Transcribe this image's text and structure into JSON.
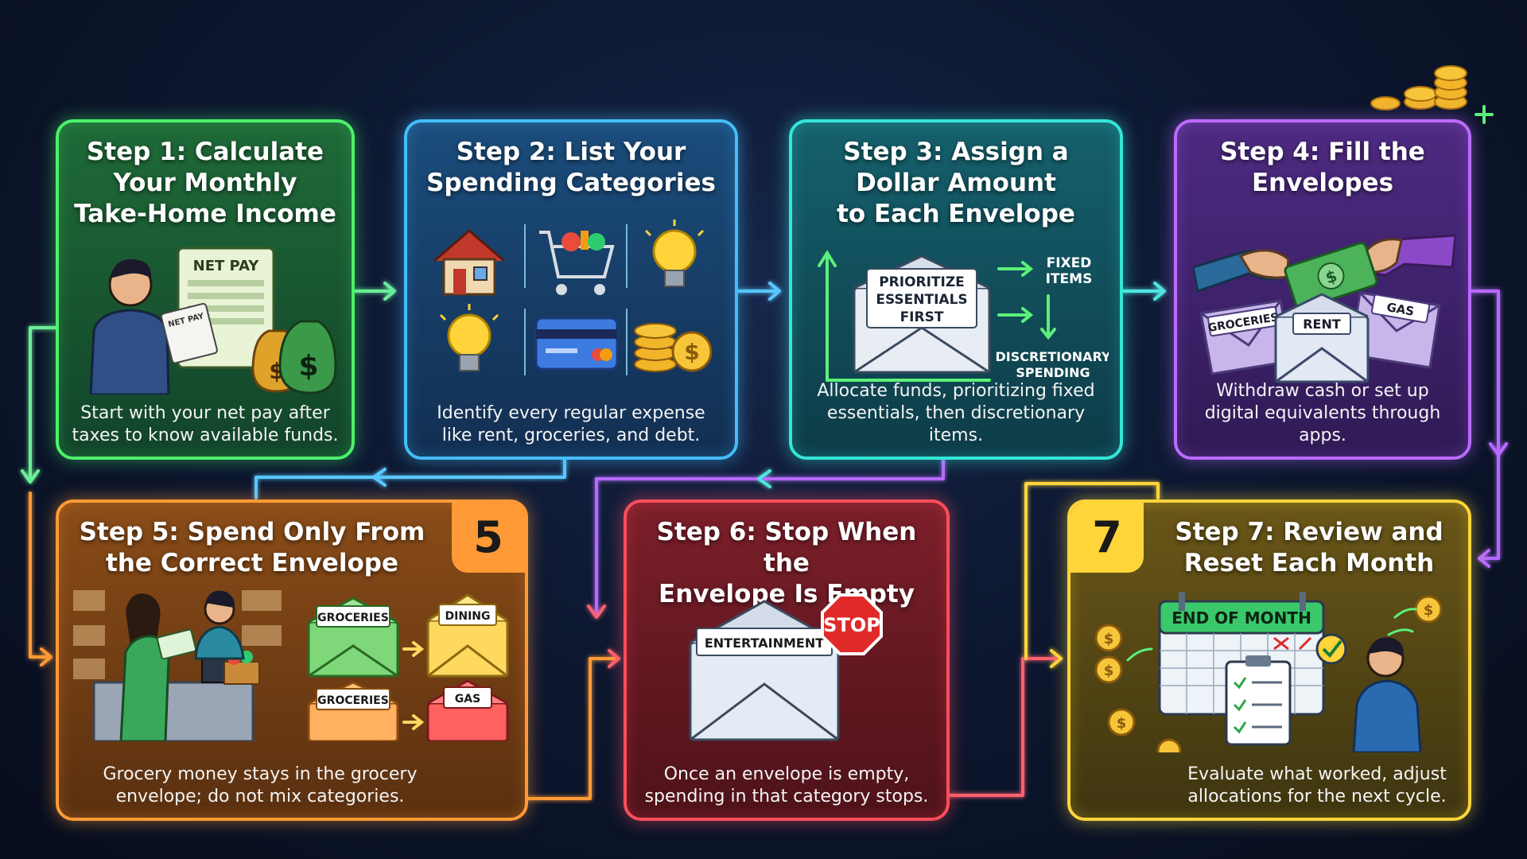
{
  "steps": [
    {
      "title_lines": [
        "Step 1: Calculate",
        "Your Monthly",
        "Take-Home Income"
      ],
      "desc_lines": [
        "Start with your net pay after",
        "taxes to know available funds."
      ],
      "labels": {
        "net_pay": "NET PAY",
        "net_pay_small": "NET PAY"
      },
      "color": "#4ef06a"
    },
    {
      "title_lines": [
        "Step 2: List Your",
        "Spending Categories"
      ],
      "desc_lines": [
        "Identify every regular expense",
        "like rent, groceries, and debt."
      ],
      "color": "#44bdfa"
    },
    {
      "title_lines": [
        "Step 3: Assign a",
        "Dollar Amount",
        "to Each Envelope"
      ],
      "desc_lines": [
        "Allocate funds, prioritizing fixed",
        "essentials, then discretionary items."
      ],
      "labels": {
        "envelope_line1": "PRIORITIZE",
        "envelope_line2": "ESSENTIALS",
        "envelope_line3": "FIRST",
        "fixed_line1": "FIXED",
        "fixed_line2": "ITEMS",
        "disc_line1": "DISCRETIONARY",
        "disc_line2": "SPENDING"
      },
      "color": "#35e6d8"
    },
    {
      "title_lines": [
        "Step 4: Fill the",
        "Envelopes"
      ],
      "desc_lines": [
        "Withdraw cash or set up",
        "digital equivalents through apps."
      ],
      "labels": {
        "env1": "GROCERIES",
        "env2": "RENT",
        "env3": "GAS"
      },
      "color": "#bb6bff"
    },
    {
      "title_lines": [
        "Step 5: Spend Only From",
        "the Correct Envelope"
      ],
      "desc_lines": [
        "Grocery money stays in the grocery",
        "envelope; do not mix categories."
      ],
      "badge": "5",
      "labels": {
        "env1": "GROCERIES",
        "env2": "DINING",
        "env3": "GROCERIES",
        "env4": "GAS"
      },
      "color": "#ff9a36"
    },
    {
      "title_lines": [
        "Step 6: Stop When the",
        "Envelope Is Empty"
      ],
      "desc_lines": [
        "Once an envelope is empty,",
        "spending in that category stops."
      ],
      "labels": {
        "envelope": "ENTERTAINMENT",
        "stop": "STOP"
      },
      "color": "#ff4d5c"
    },
    {
      "title_lines": [
        "Step 7: Review and",
        "Reset Each Month"
      ],
      "desc_lines": [
        "Evaluate what worked, adjust",
        "allocations for the next cycle."
      ],
      "badge": "7",
      "labels": {
        "calendar": "END OF MONTH"
      },
      "color": "#ffd53a"
    }
  ]
}
